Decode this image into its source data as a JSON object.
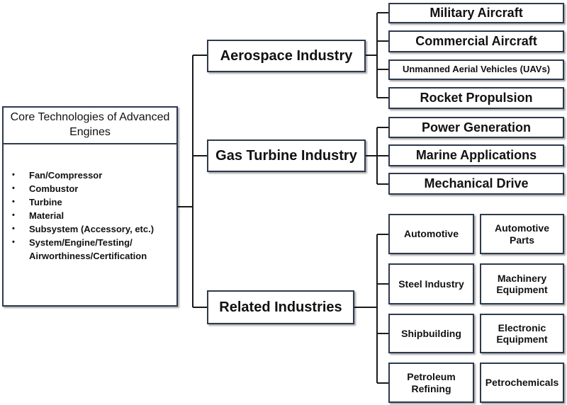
{
  "core": {
    "title": "Core Technologies of Advanced Engines",
    "items": [
      "Fan/Compressor",
      "Combustor",
      "Turbine",
      "Material",
      "Subsystem (Accessory, etc.)",
      "System/Engine/Testing/ Airworthiness/Certification"
    ]
  },
  "aerospace": {
    "label": "Aerospace Industry",
    "items": [
      "Military Aircraft",
      "Commercial Aircraft",
      "Unmanned Aerial Vehicles (UAVs)",
      "Rocket Propulsion"
    ]
  },
  "gas_turbine": {
    "label": "Gas Turbine Industry",
    "items": [
      "Power Generation",
      "Marine Applications",
      "Mechanical Drive"
    ]
  },
  "related": {
    "label": "Related Industries",
    "left": [
      "Automotive",
      "Steel Industry",
      "Shipbuilding",
      "Petroleum Refining"
    ],
    "right": [
      "Automotive Parts",
      "Machinery Equipment",
      "Electronic Equipment",
      "Petrochemicals"
    ]
  },
  "colors": {
    "border": "#2e3a4d",
    "line": "#1a1a1a"
  }
}
